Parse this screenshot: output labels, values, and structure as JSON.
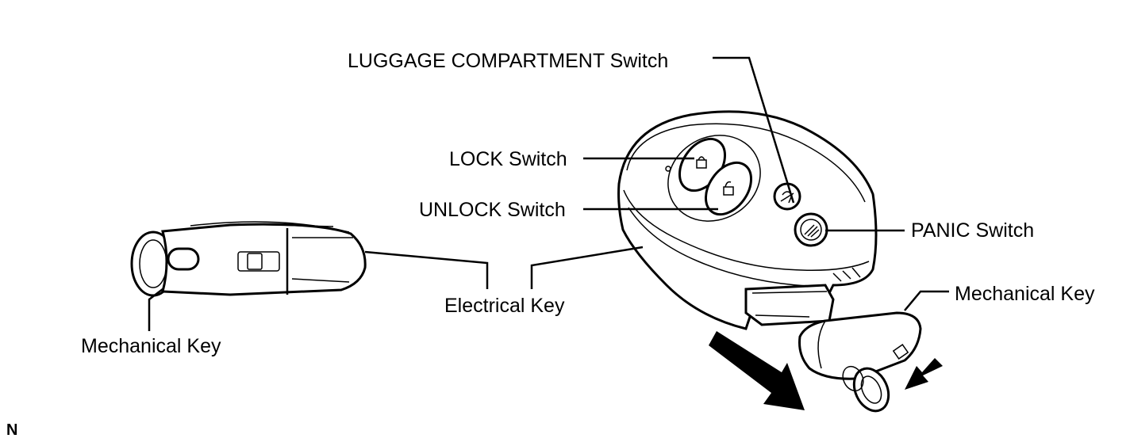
{
  "labels": {
    "luggage_switch": "LUGGAGE COMPARTMENT Switch",
    "lock_switch": "LOCK Switch",
    "unlock_switch": "UNLOCK Switch",
    "panic_switch": "PANIC Switch",
    "electrical_key": "Electrical Key",
    "mechanical_key_left": "Mechanical Key",
    "mechanical_key_right": "Mechanical Key"
  },
  "figure_id": "N",
  "icons": [
    "mechanical-key-ring-icon",
    "lock-icon",
    "unlock-icon",
    "trunk-icon",
    "panic-horn-icon",
    "pull-direction-arrow-icon"
  ]
}
